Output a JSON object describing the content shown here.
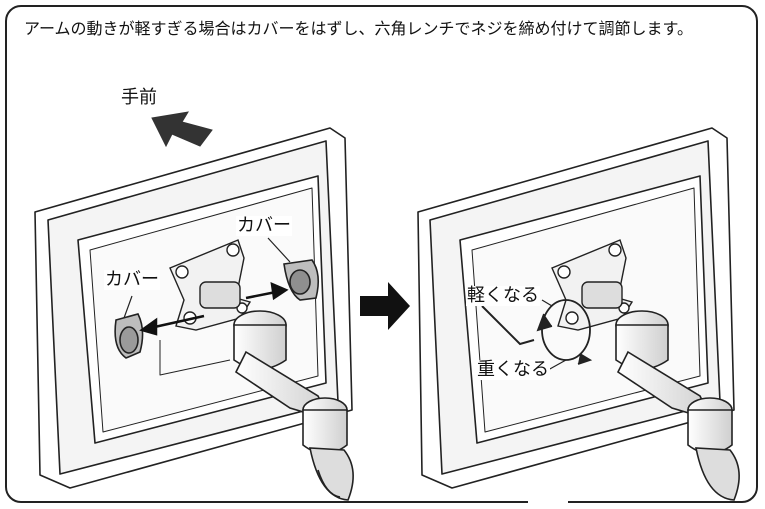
{
  "instruction": {
    "text": "アームの動きが軽すぎる場合はカバーをはずし、六角レンチでネジを締め付けて調節します。"
  },
  "left_figure": {
    "front_label": "手前",
    "cover_label_right": "カバー",
    "cover_label_left": "カバー"
  },
  "right_figure": {
    "lighter_label": "軽くなる",
    "heavier_label": "重くなる"
  },
  "icons": {
    "transition": "right-arrow-icon",
    "front_direction": "front-direction-arrow-icon",
    "tool": "hex-wrench-icon"
  },
  "colors": {
    "stroke": "#222222",
    "fill_light": "#eeeeee",
    "fill_dark": "#333333"
  }
}
